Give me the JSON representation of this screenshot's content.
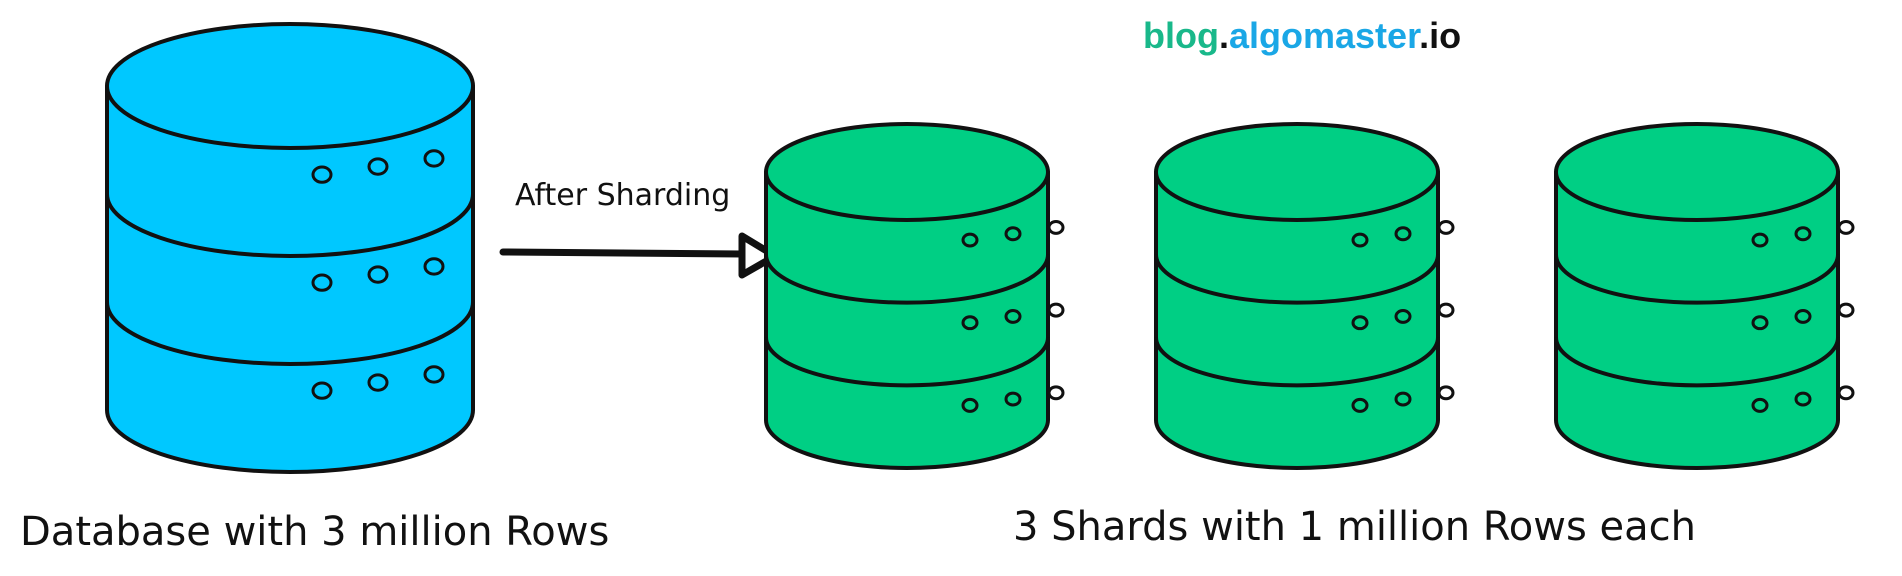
{
  "brand": {
    "part1": "blog",
    "dot1": ".",
    "part2": "algomaster",
    "dot2": ".",
    "part3": "io",
    "colors": {
      "part1": "#19b88a",
      "part2": "#1aa7e6",
      "part3": "#111111"
    }
  },
  "arrow": {
    "label": "After Sharding"
  },
  "source_database": {
    "caption": "Database with 3 million Rows",
    "color": "#00c8ff",
    "layers": 3,
    "dots_per_layer": 3
  },
  "shards": {
    "caption": "3 Shards with 1 million Rows each",
    "color": "#00cf84",
    "count": 3,
    "layers": 3,
    "dots_per_layer": 3
  }
}
